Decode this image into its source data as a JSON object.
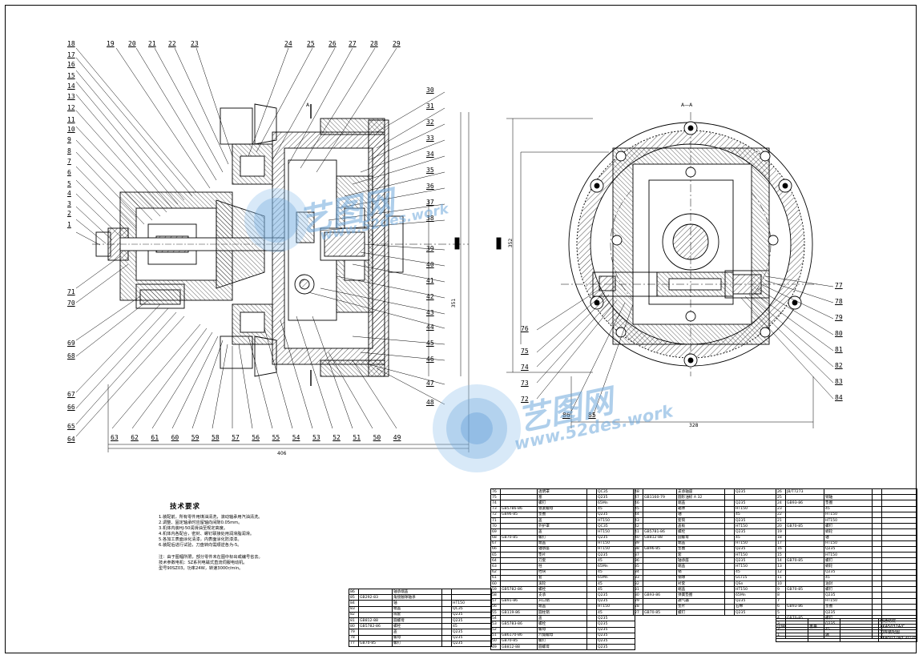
{
  "watermark": {
    "brand": "艺图网",
    "url": "www.52des.work"
  },
  "dimensions": {
    "left_width": "406",
    "right_width": "328",
    "left_height": "351",
    "right_height": "352"
  },
  "section_label": "A—A",
  "balloons_left_top": [
    "19",
    "20",
    "21",
    "22",
    "23",
    "24",
    "25",
    "26",
    "27",
    "28",
    "29"
  ],
  "balloons_left_side": [
    "18",
    "17",
    "16",
    "15",
    "14",
    "13",
    "12",
    "11",
    "10",
    "9",
    "8",
    "7",
    "6",
    "5",
    "4",
    "3",
    "2",
    "1"
  ],
  "balloons_left_lower": [
    "71",
    "70",
    "69",
    "68",
    "67",
    "66",
    "65",
    "64"
  ],
  "balloons_bottom": [
    "63",
    "62",
    "61",
    "60",
    "59",
    "58",
    "57",
    "56",
    "55",
    "54",
    "53",
    "52",
    "51",
    "50",
    "49"
  ],
  "balloons_middle_right": [
    "30",
    "31",
    "32",
    "33",
    "34",
    "35",
    "36",
    "37",
    "38",
    "39",
    "40",
    "41",
    "42",
    "43",
    "44",
    "45",
    "46",
    "47",
    "48"
  ],
  "balloons_right_view": [
    "77",
    "78",
    "79",
    "80",
    "81",
    "82",
    "83",
    "84"
  ],
  "balloons_right_lower": [
    "76",
    "75",
    "74",
    "73",
    "72",
    "86",
    "85"
  ],
  "tech_requirements": {
    "title": "技术要求",
    "items": [
      "1.装配前，所有零件用煤油清洗，滚动轴承用汽油清洗。",
      "2.调整、固定轴承时应留轴向间隙0.05mm。",
      "3.机体内装HJ-50润滑油至规定高度。",
      "4.机体内各配合，密封、螺钉联接处用润滑脂润滑。",
      "5.各加工表面涂化清漆，内表面涂化防漆漆。",
      "6.装配后进行试验，刀盘转向需顺逆各为-5。"
    ],
    "notes": [
      "注：由于图幅所限，部分零件未在图中标出或编号省去。",
      "技术参数电机：SZ系列电磁式直流伺服电动机。",
      "型号90SZ03，功率24W，转速3000r/min。"
    ]
  },
  "title_block": {
    "school": "南通纺院",
    "drawing_title": "XKA5032A/C",
    "drawing_subtitle": "刀库装配图",
    "drawing_number": "XKA5032A/C-01-00",
    "scale_label": "比例",
    "weight_label": "重量"
  },
  "bom_right": [
    [
      "26",
      "JB/T7273",
      ""
    ],
    [
      "25",
      "",
      "销轴"
    ],
    [
      "24",
      "GB93-86",
      "垫圈"
    ],
    [
      "23",
      "",
      "45"
    ],
    [
      "22",
      "",
      "HT150"
    ],
    [
      "21",
      "",
      "HT150"
    ],
    [
      "20",
      "GB70-85",
      "螺钉"
    ],
    [
      "19",
      "",
      "蜗轮"
    ],
    [
      "18",
      "",
      "轴"
    ],
    [
      "17",
      "",
      "HT150"
    ],
    [
      "16",
      "",
      "Q235"
    ],
    [
      "15",
      "",
      "HT150"
    ],
    [
      "14",
      "GB70-85",
      "螺钉"
    ],
    [
      "13",
      "",
      "蜗轮"
    ],
    [
      "12",
      "",
      "Q235"
    ],
    [
      "11",
      "",
      "45"
    ],
    [
      "10",
      "",
      "油封"
    ],
    [
      "9",
      "GB70-85",
      "螺钉"
    ],
    [
      "8",
      "",
      "Q235"
    ],
    [
      "7",
      "",
      "HT150"
    ],
    [
      "6",
      "GB93-86",
      "垫圈"
    ],
    [
      "5",
      "",
      "Q235"
    ],
    [
      "4",
      "GB70-85",
      "螺钉"
    ],
    [
      "3",
      "",
      "Q235"
    ],
    [
      "2",
      "",
      "45"
    ],
    [
      "1",
      "",
      "轴"
    ]
  ],
  "bom_middle": [
    [
      "48",
      "",
      "支承轴座",
      "Q235"
    ],
    [
      "47",
      "GB1160-79",
      "圆形油标 A 32",
      ""
    ],
    [
      "46",
      "",
      "端盖",
      "Q235"
    ],
    [
      "45",
      "",
      "箱体",
      "HT150"
    ],
    [
      "44",
      "",
      "轴",
      "45"
    ],
    [
      "43",
      "",
      "套筒",
      "Q235"
    ],
    [
      "42",
      "",
      "盖板",
      "HT150"
    ],
    [
      "41",
      "GB5781-86",
      "螺栓",
      "Q235"
    ],
    [
      "40",
      "GB812-88",
      "圆螺母",
      "45"
    ],
    [
      "39",
      "",
      "端盖",
      "HT150"
    ],
    [
      "38",
      "GB96-85",
      "垫圈",
      "Q235"
    ],
    [
      "37",
      "",
      "套",
      "HT150"
    ],
    [
      "36",
      "",
      "轴承座",
      "Q235"
    ],
    [
      "35",
      "",
      "端盖",
      "HT150"
    ],
    [
      "34",
      "",
      "销",
      "45"
    ],
    [
      "33",
      "",
      "钢球",
      "GCr15"
    ],
    [
      "32",
      "",
      "衬套",
      "QSn"
    ],
    [
      "31",
      "",
      "端盖",
      "HT150"
    ],
    [
      "30",
      "GB93-86",
      "弹簧垫圈",
      "65Mn"
    ],
    [
      "29",
      "",
      "通气器",
      "Q235"
    ],
    [
      "28",
      "",
      "垫片",
      "石棉"
    ],
    [
      "27",
      "GB70-85",
      "螺钉",
      "Q235"
    ]
  ],
  "bom_left": [
    [
      "76",
      "",
      "透明罩",
      "QC35"
    ],
    [
      "75",
      "",
      "塞",
      "Q235"
    ],
    [
      "74",
      "",
      "螺钉",
      "65Mn"
    ],
    [
      "73",
      "GB5786-86",
      "锁紧螺母",
      "45"
    ],
    [
      "72",
      "GB96-85",
      "垫圈",
      "Q235"
    ],
    [
      "71",
      "",
      "盖",
      "HT150"
    ],
    [
      "70",
      "",
      "外护罩",
      "QC35"
    ],
    [
      "69",
      "",
      "盖",
      "HT150"
    ],
    [
      "68",
      "GB70-85",
      "螺钉",
      "Q235"
    ],
    [
      "67",
      "",
      "端盖",
      "HT150"
    ],
    [
      "66",
      "",
      "轴承座",
      "HT150"
    ],
    [
      "65",
      "",
      "垫片",
      "Q235"
    ],
    [
      "64",
      "",
      "刀套",
      "45"
    ],
    [
      "63",
      "",
      "柱",
      "65Mn"
    ],
    [
      "62",
      "",
      "挡块",
      "45"
    ],
    [
      "61",
      "",
      "套",
      "65Mn"
    ],
    [
      "60",
      "",
      "滚轮",
      "45"
    ],
    [
      "59",
      "GB5782-86",
      "螺栓",
      "45"
    ],
    [
      "58",
      "",
      "支承",
      "Q235"
    ],
    [
      "57",
      "GB91-86",
      "开口销",
      "Q235"
    ],
    [
      "56",
      "",
      "端盖",
      "HT150"
    ],
    [
      "55",
      "GB119-86",
      "圆柱销",
      "45"
    ],
    [
      "54",
      "",
      "盖",
      "Q235"
    ],
    [
      "53",
      "GB5783-86",
      "螺栓",
      "Q235"
    ],
    [
      "52",
      "",
      "螺母",
      "Q235"
    ],
    [
      "51",
      "GB6170-86",
      "六角螺母",
      "Q235"
    ],
    [
      "50",
      "GB70-85",
      "螺钉",
      "Q235"
    ],
    [
      "49",
      "GB812-88",
      "圆螺母",
      "Q235"
    ]
  ],
  "bom_bottom_left": [
    [
      "86",
      "",
      "轴承端盖",
      ""
    ],
    [
      "85",
      "GB292-83",
      "角接触球轴承",
      ""
    ],
    [
      "84",
      "",
      "轴",
      "HT150"
    ],
    [
      "83",
      "",
      "端盖",
      "QC35"
    ],
    [
      "82",
      "",
      "隔套",
      "Q235"
    ],
    [
      "81",
      "GB812-88",
      "圆螺母",
      "Q235"
    ],
    [
      "80",
      "GB5782-86",
      "螺栓",
      "45"
    ],
    [
      "79",
      "",
      "盖",
      "Q235"
    ],
    [
      "78",
      "",
      "螺母",
      "Q235"
    ],
    [
      "77",
      "GB70-85",
      "螺钉",
      "Q235"
    ]
  ]
}
